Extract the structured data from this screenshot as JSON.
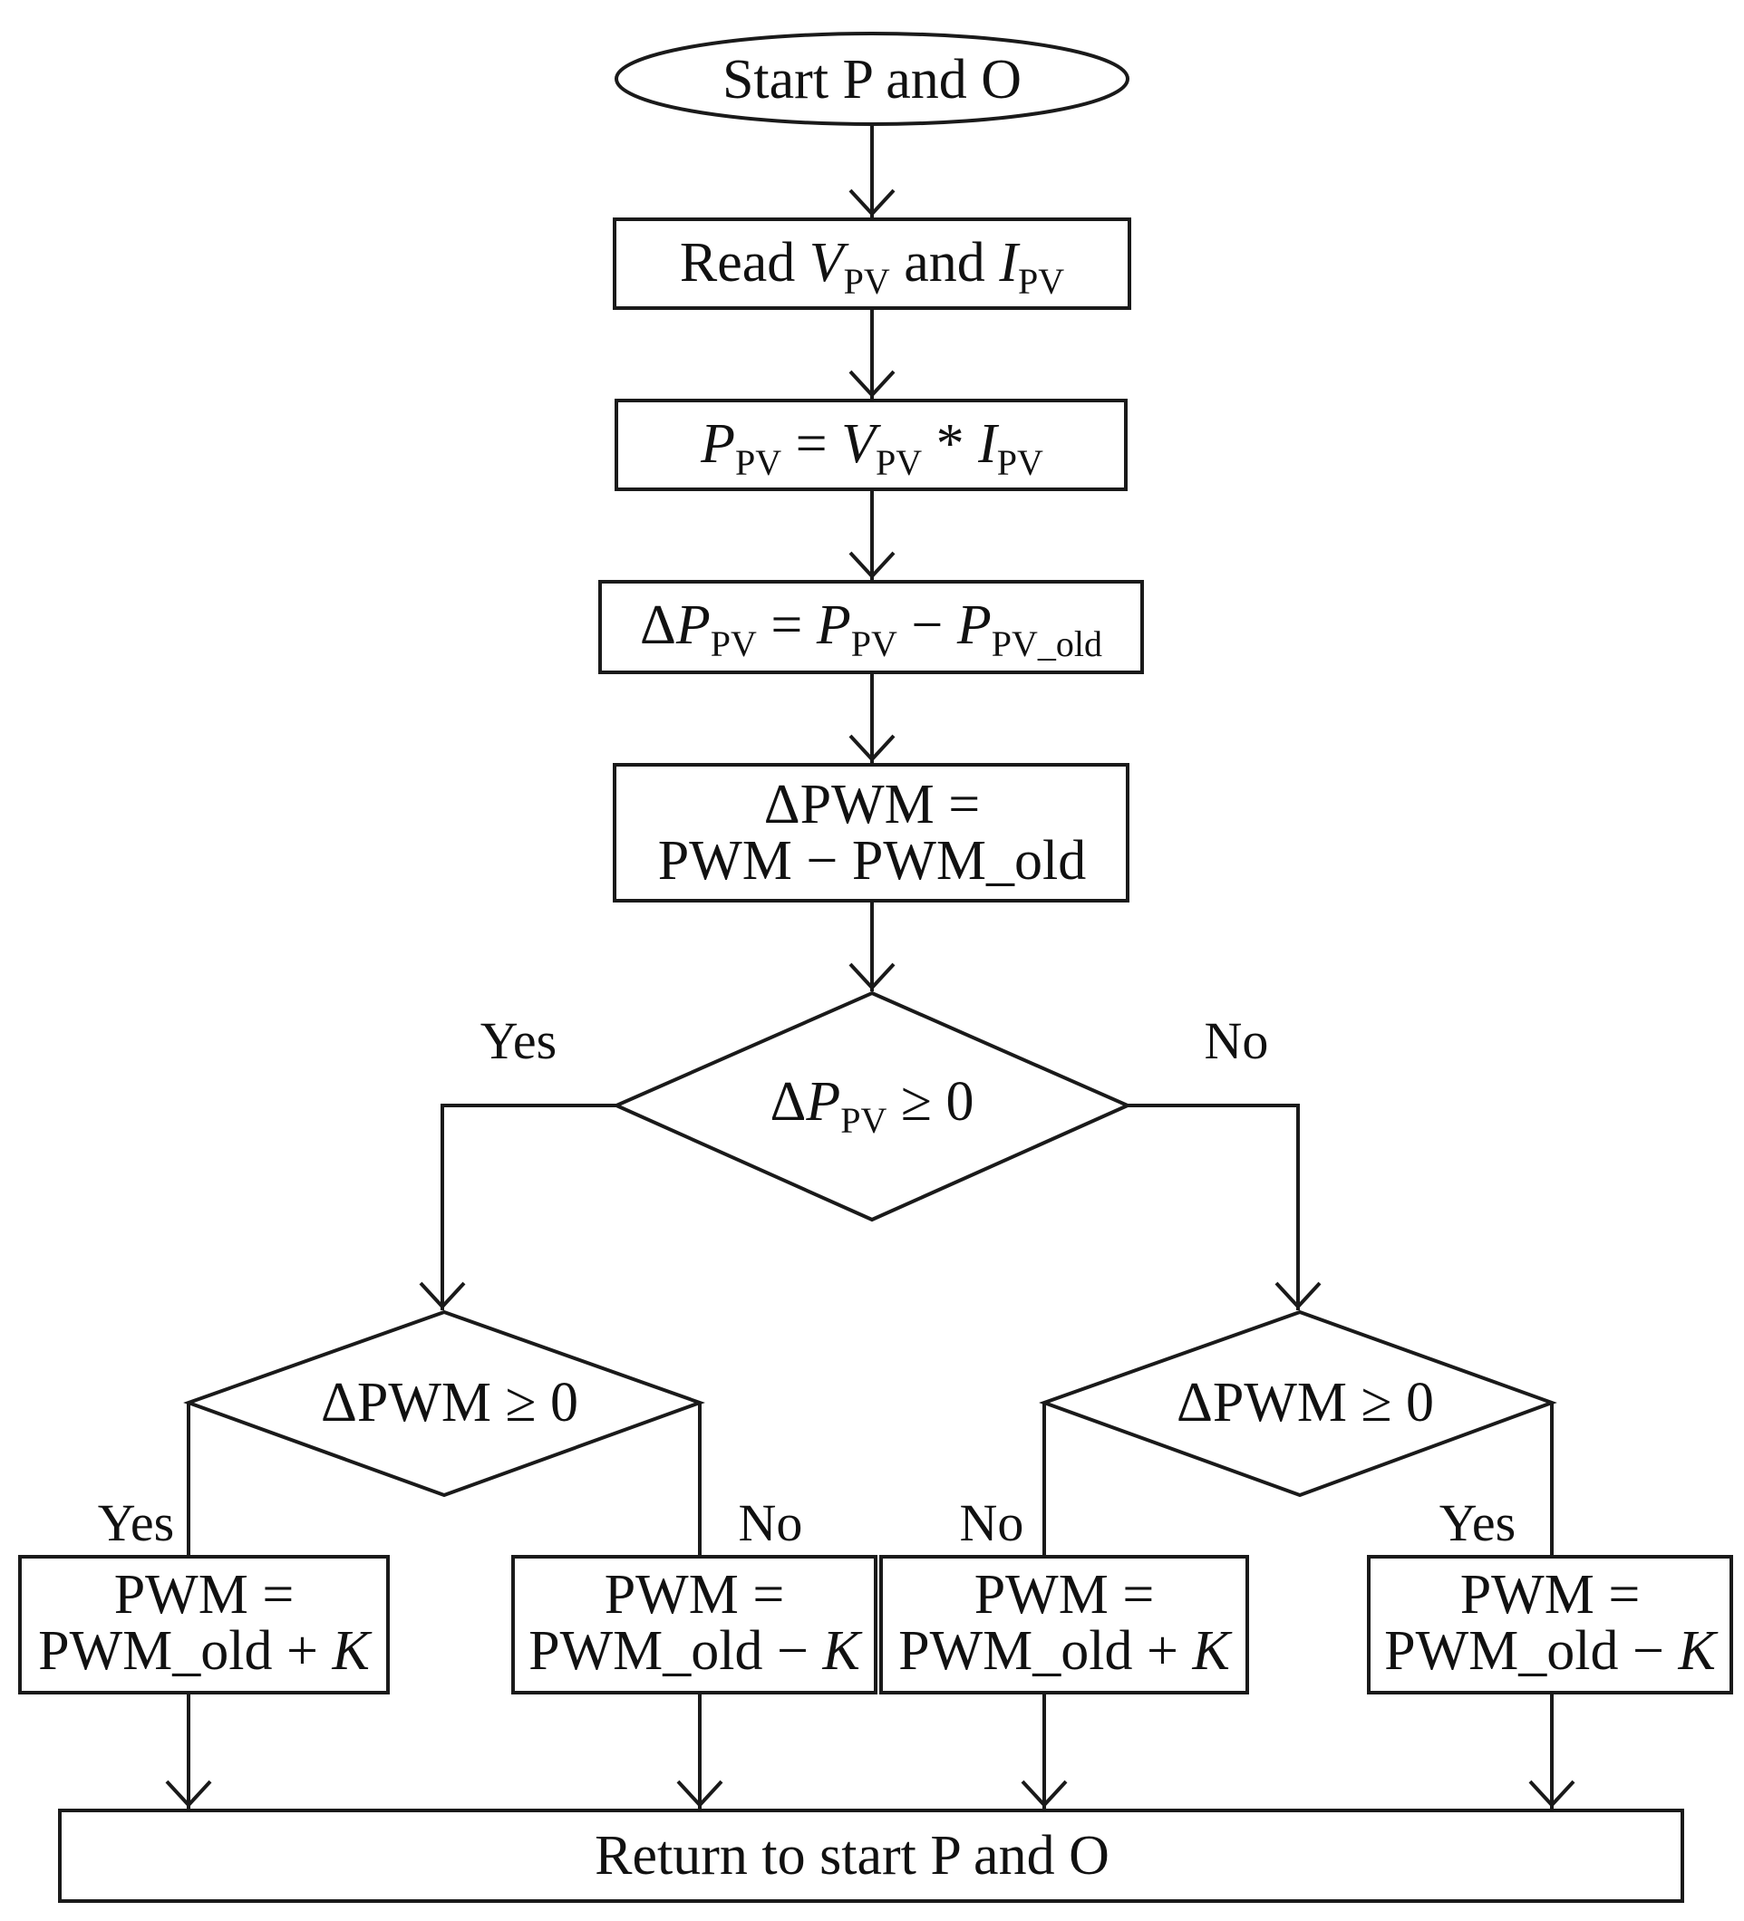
{
  "flowchart": {
    "start": {
      "text": "Start P and O"
    },
    "read": {
      "prefix": "Read ",
      "v": "V",
      "v_sub": "PV",
      "mid": " and ",
      "i": "I",
      "i_sub": "PV"
    },
    "power": {
      "p": "P",
      "p_sub": "PV",
      "eq": " = ",
      "v": "V",
      "v_sub": "PV",
      "mul": " * ",
      "i": "I",
      "i_sub": "PV"
    },
    "delta_p": {
      "delta": "Δ",
      "p": "P",
      "p_sub": "PV",
      "eq": " = ",
      "p2": "P",
      "p2_sub": "PV",
      "minus": " − ",
      "p3": "P",
      "p3_sub": "PV_old"
    },
    "delta_pwm": {
      "line1": "ΔPWM =",
      "line2": "PWM − PWM_old"
    },
    "decision_power": {
      "delta": "Δ",
      "p": "P",
      "p_sub": "PV",
      "rest": " ≥ 0",
      "yes": "Yes",
      "no": "No"
    },
    "decision_pwm_left": {
      "text": "ΔPWM ≥ 0",
      "yes": "Yes",
      "no": "No"
    },
    "decision_pwm_right": {
      "text": "ΔPWM ≥ 0",
      "yes": "Yes",
      "no": "No"
    },
    "actions": [
      {
        "line1": "PWM =",
        "line2": "PWM_old + ",
        "k": "K"
      },
      {
        "line1": "PWM =",
        "line2": "PWM_old − ",
        "k": "K"
      },
      {
        "line1": "PWM =",
        "line2": "PWM_old + ",
        "k": "K"
      },
      {
        "line1": "PWM =",
        "line2": "PWM_old − ",
        "k": "K"
      }
    ],
    "return": {
      "text": "Return to start P and O"
    }
  }
}
